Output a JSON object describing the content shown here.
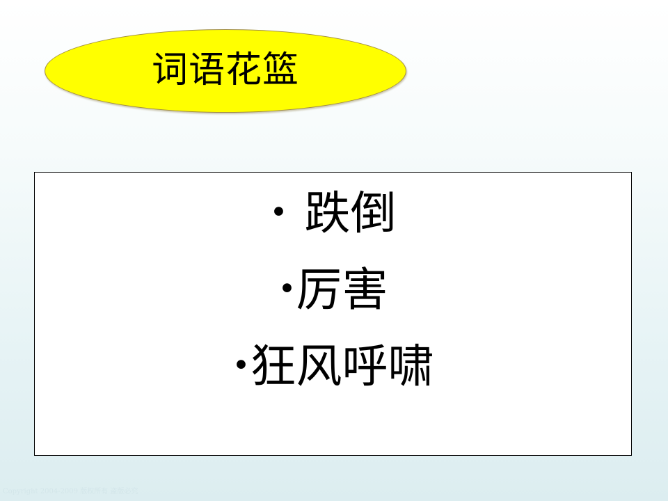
{
  "slide": {
    "title": "词语花篮",
    "bullet_symbol": "•",
    "items": [
      {
        "text": "跌倒"
      },
      {
        "text": "厉害"
      },
      {
        "text": "狂风呼啸"
      }
    ],
    "copyright": "Copyright 2004-2009 版权所有 盗版必究"
  },
  "colors": {
    "title_fill": "#ffff00",
    "title_border": "#a08c40",
    "content_background": "#ffffff",
    "text": "#000000"
  }
}
